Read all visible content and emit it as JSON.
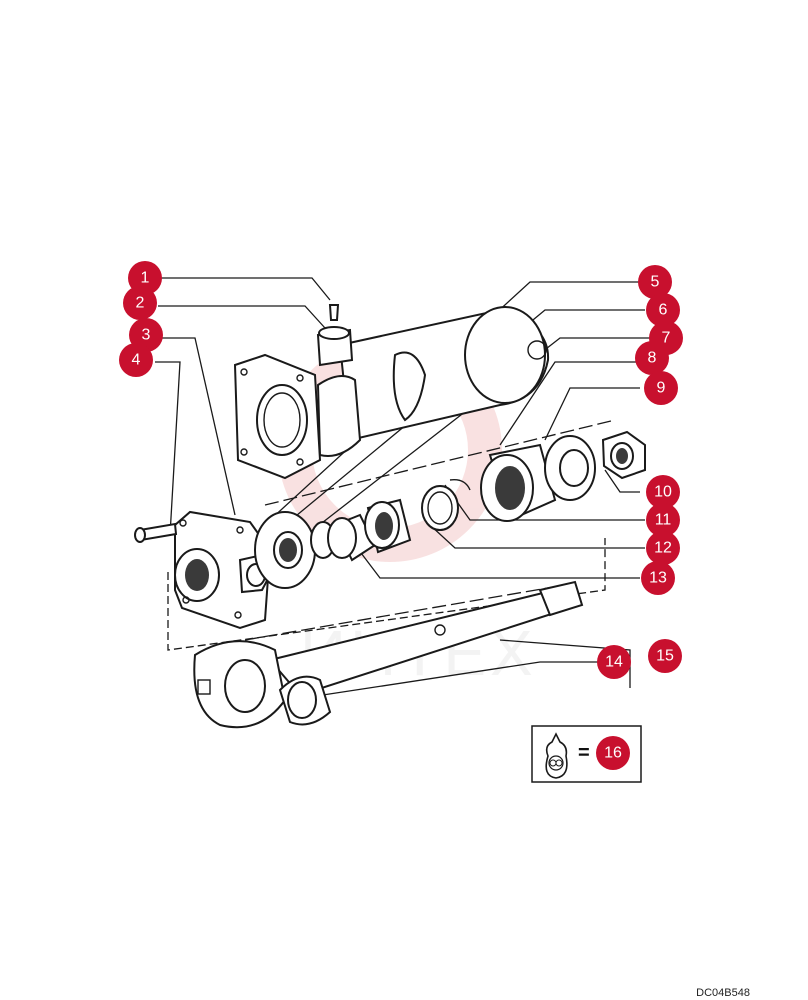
{
  "diagram": {
    "drawing_code": "DC04B548",
    "watermark_text": "ИНТЕХ",
    "kit_legend": {
      "equals": "=",
      "callout": "16",
      "icon": "parts-bag-icon"
    },
    "accent_color": "#c8102e",
    "callouts": [
      "1",
      "2",
      "3",
      "4",
      "5",
      "6",
      "7",
      "8",
      "9",
      "10",
      "11",
      "12",
      "13",
      "14",
      "15",
      "16"
    ]
  }
}
